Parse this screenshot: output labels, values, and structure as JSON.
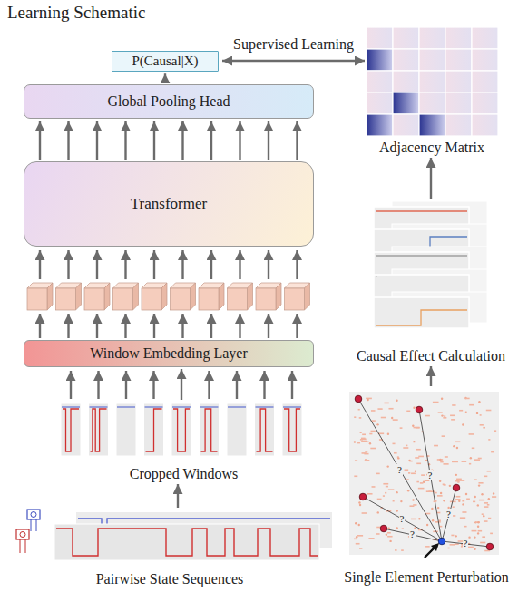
{
  "diagram": {
    "title": "Learning Schematic",
    "nodes": [
      {
        "text": [
          "P(Causal|X)"
        ]
      },
      {
        "text": [
          "Adjacency Matrix"
        ]
      },
      {
        "text": [
          "Global Pooling Head"
        ]
      },
      {
        "text": [
          "Transformer"
        ]
      },
      {
        "text": [
          "Causal Effect Calculation"
        ]
      },
      {
        "text": [
          "Window Embedding Layer"
        ]
      },
      {
        "text": [
          "Cropped Windows"
        ]
      },
      {
        "text": [
          "Pairwise State Sequences"
        ]
      },
      {
        "text": [
          "Single Element Perturbation"
        ]
      }
    ],
    "edges": [
      {
        "from": 7,
        "to": 6,
        "arrow": "to"
      },
      {
        "from": 6,
        "to": 5,
        "arrow": "to"
      },
      {
        "from": 3,
        "to": 2,
        "arrow": "to"
      },
      {
        "from": 2,
        "to": 0,
        "arrow": "to"
      },
      {
        "from": 0,
        "to": 1,
        "label": "Supervised Learning",
        "arrow": "both"
      },
      {
        "from": 8,
        "to": 4,
        "arrow": "to"
      },
      {
        "from": 4,
        "to": 1,
        "arrow": "to"
      }
    ],
    "labels": [
      "?",
      "?",
      "?",
      "?",
      "?",
      "?"
    ]
  }
}
